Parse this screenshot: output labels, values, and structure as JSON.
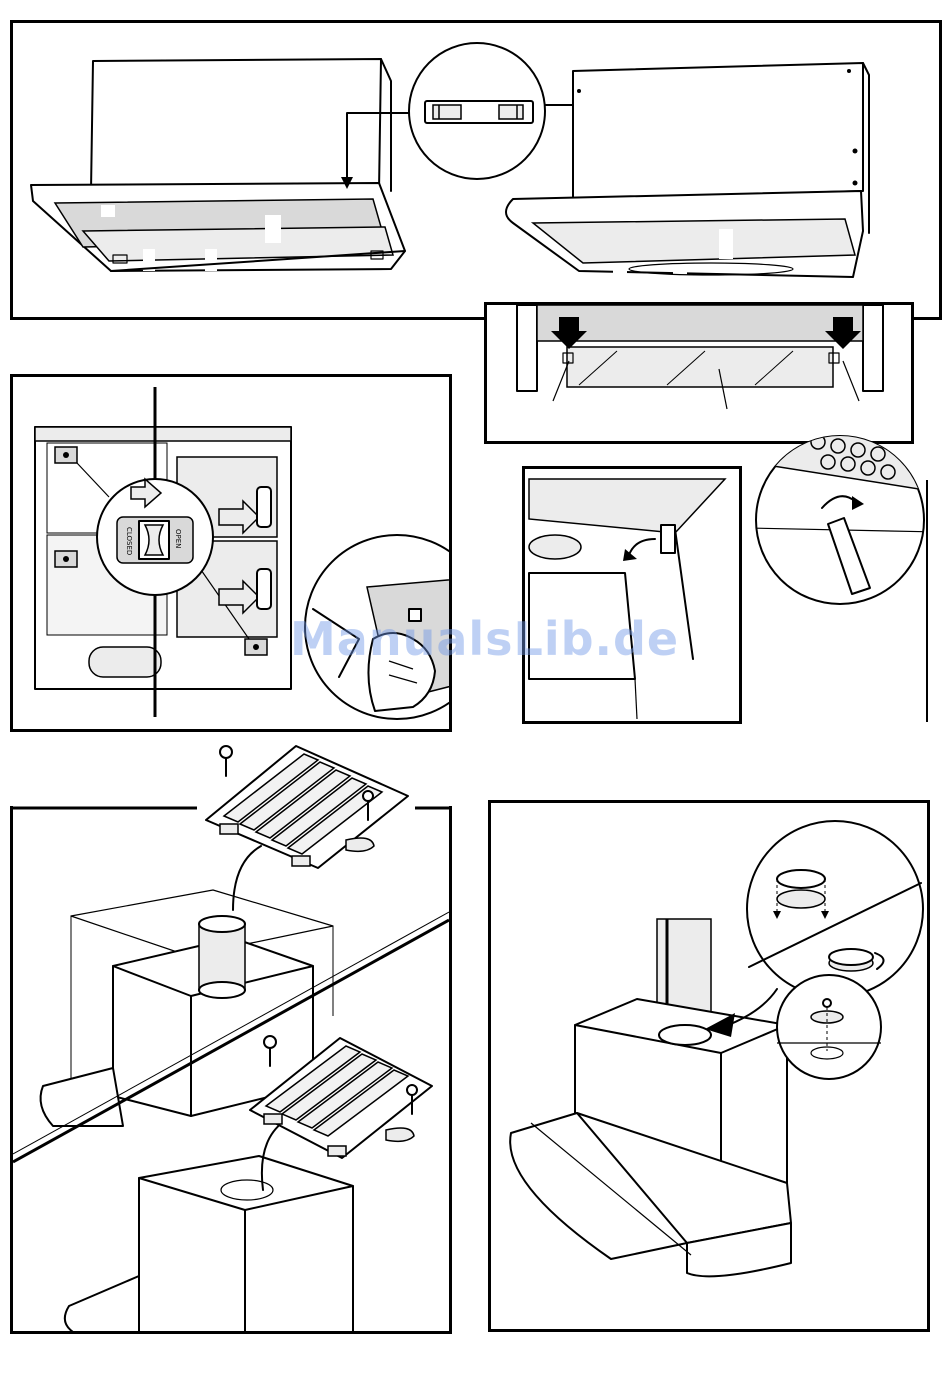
{
  "figure_1": {
    "slider_detail": "two-position slider switch"
  },
  "figure_2": {
    "switch_label_open": "OPEN",
    "switch_label_closed": "CLOSED"
  },
  "watermark": "ManualsLib.de",
  "colors": {
    "line": "#000000",
    "panel_background": "#ffffff",
    "light_gray": "#d9d9d9",
    "watermark": "#6e96e6"
  }
}
